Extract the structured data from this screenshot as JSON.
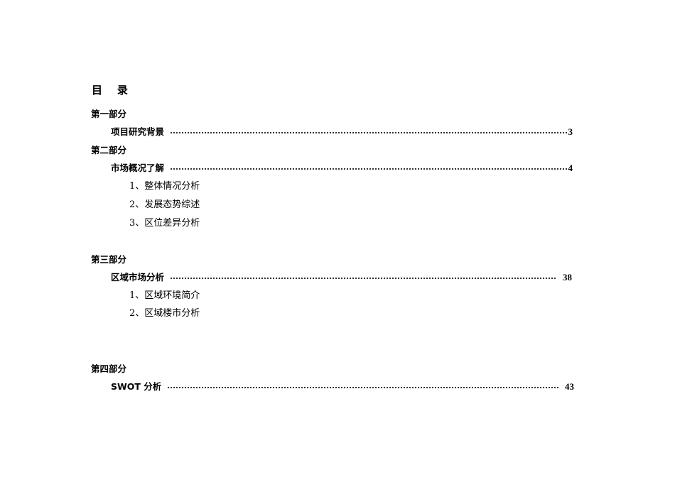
{
  "document": {
    "toc_title": "目    录",
    "sections": [
      {
        "part": "第一部分",
        "entry": {
          "label": "项目研究背景",
          "page": "3"
        },
        "subitems": []
      },
      {
        "part": "第二部分",
        "entry": {
          "label": "市场概况了解",
          "page": "4"
        },
        "subitems": [
          "1、整体情况分析",
          "2、发展态势综述",
          "3、区位差异分析"
        ]
      },
      {
        "part": "第三部分",
        "entry": {
          "label": "区域市场分析",
          "page": "38"
        },
        "subitems": [
          "1、区域环境简介",
          "2、区域楼市分析"
        ]
      },
      {
        "part": "第四部分",
        "entry": {
          "label": "SWOT 分析",
          "page": "43"
        },
        "subitems": []
      }
    ]
  }
}
